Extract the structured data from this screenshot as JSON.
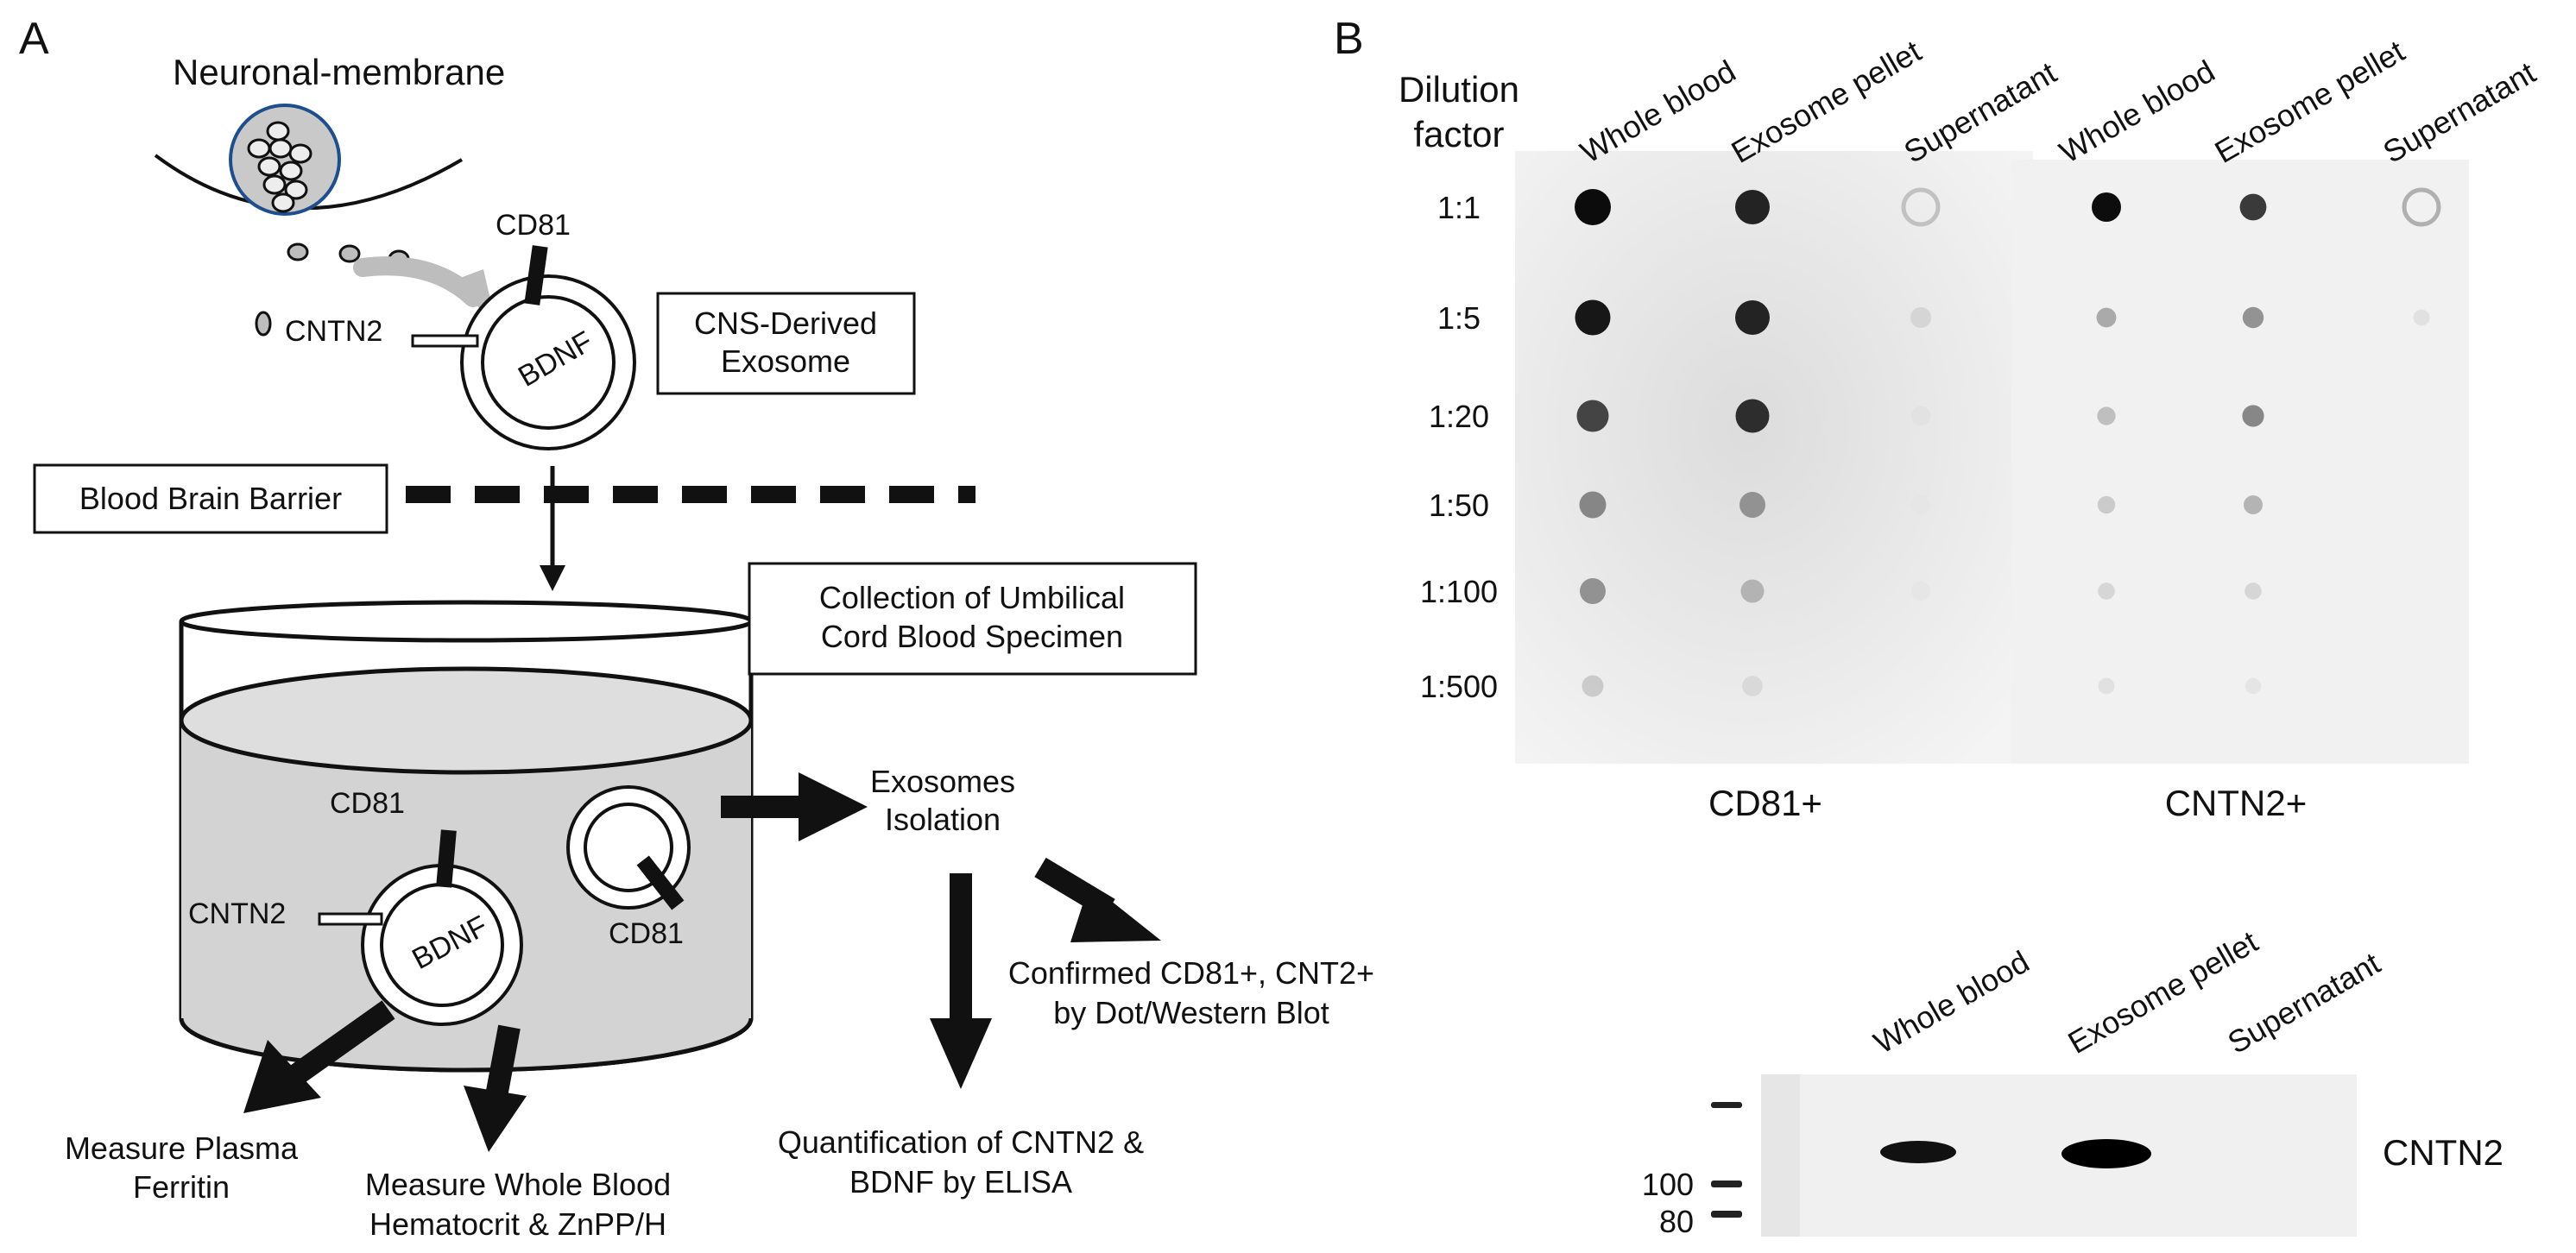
{
  "panel_a": {
    "letter": "A",
    "membrane_label": "Neuronal-membrane",
    "top_exosome": {
      "cd81": "CD81",
      "cntn2": "CNTN2",
      "bdnf": "BDNF"
    },
    "cns_box": {
      "line1": "CNS-Derived",
      "line2": "Exosome"
    },
    "bbb_label": "Blood Brain Barrier",
    "collection_box": {
      "line1": "Collection of Umbilical",
      "line2": "Cord Blood Specimen"
    },
    "tube_exosome": {
      "cd81": "CD81",
      "cntn2": "CNTN2",
      "bdnf": "BDNF"
    },
    "small_exosome_cd81": "CD81",
    "isolation": {
      "line1": "Exosomes",
      "line2": "Isolation"
    },
    "confirmed": {
      "line1": "Confirmed CD81+, CNT2+",
      "line2": "by Dot/Western Blot"
    },
    "elisa": {
      "line1": "Quantification of CNTN2 &",
      "line2": "BDNF by ELISA"
    },
    "ferritin": {
      "line1": "Measure Plasma",
      "line2": "Ferritin"
    },
    "hematocrit": {
      "line1": "Measure Whole Blood",
      "line2": "Hematocrit & ZnPP/H"
    }
  },
  "panel_b": {
    "letter": "B",
    "dilution_header": {
      "line1": "Dilution",
      "line2": "factor"
    },
    "dilutions": [
      "1:1",
      "1:5",
      "1:20",
      "1:50",
      "1:100",
      "1:500"
    ],
    "sample_labels": [
      "Whole blood",
      "Exosome pellet",
      "Supernatant"
    ],
    "blot_titles": [
      "CD81+",
      "CNTN2+"
    ],
    "dot_intensity": {
      "cd81": [
        [
          1.0,
          0.9,
          0.18
        ],
        [
          0.95,
          0.9,
          0.1
        ],
        [
          0.75,
          0.85,
          0.04
        ],
        [
          0.45,
          0.4,
          0.02
        ],
        [
          0.4,
          0.25,
          0.02
        ],
        [
          0.15,
          0.08,
          0.0
        ]
      ],
      "cntn2": [
        [
          1.0,
          0.8,
          0.25
        ],
        [
          0.3,
          0.4,
          0.05
        ],
        [
          0.2,
          0.45,
          0.0
        ],
        [
          0.15,
          0.25,
          0.0
        ],
        [
          0.1,
          0.1,
          0.0
        ],
        [
          0.05,
          0.03,
          0.0
        ]
      ]
    },
    "western": {
      "lane_labels": [
        "Whole blood",
        "Exosome pellet",
        "Supernatant"
      ],
      "marker_labels": [
        "100",
        "80"
      ],
      "protein_label": "CNTN2"
    }
  }
}
